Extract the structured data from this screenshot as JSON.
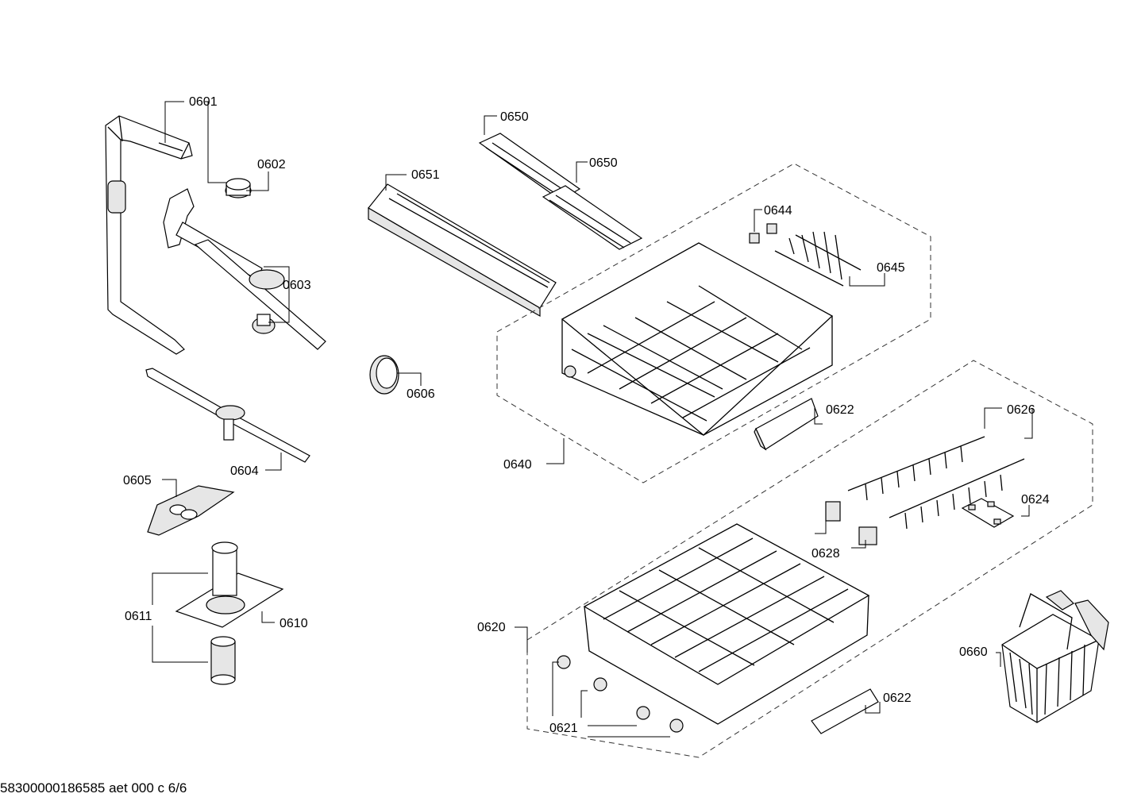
{
  "labels": {
    "p0601": "0601",
    "p0602": "0602",
    "p0603": "0603",
    "p0604": "0604",
    "p0605": "0605",
    "p0606": "0606",
    "p0610": "0610",
    "p0611": "0611",
    "p0620": "0620",
    "p0621": "0621",
    "p0622a": "0622",
    "p0622b": "0622",
    "p0624": "0624",
    "p0626": "0626",
    "p0628": "0628",
    "p0640": "0640",
    "p0644": "0644",
    "p0645": "0645",
    "p0650a": "0650",
    "p0650b": "0650",
    "p0651": "0651",
    "p0660": "0660"
  },
  "footer": "58300000186585 aet 000 c 6/6"
}
